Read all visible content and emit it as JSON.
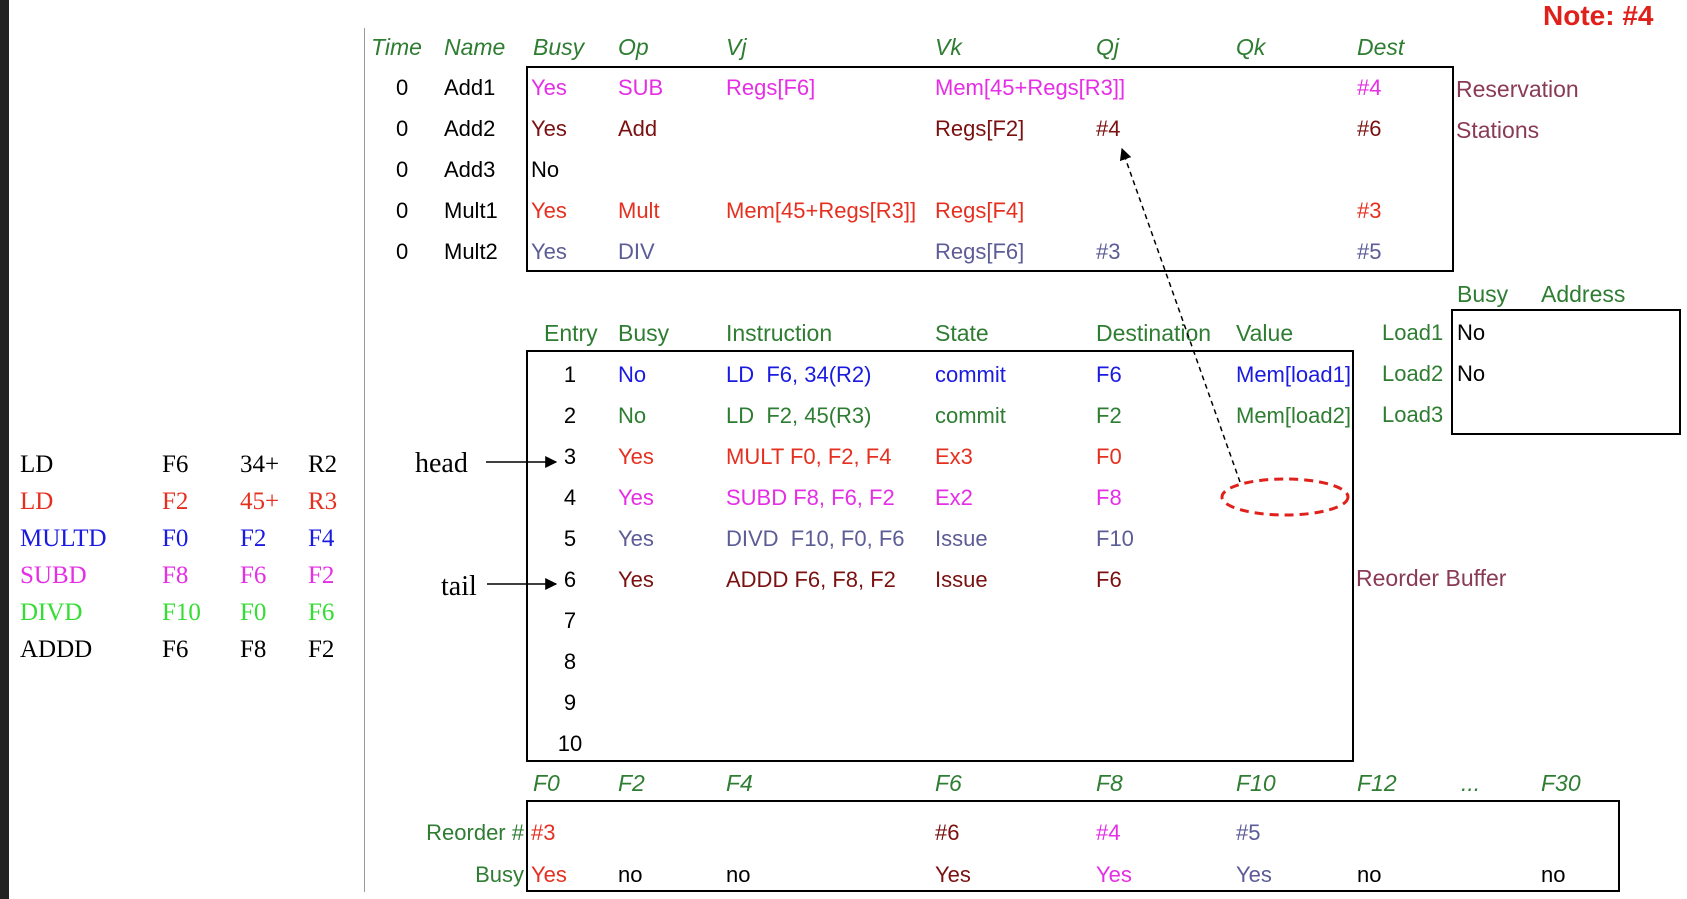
{
  "note": "Note: #4",
  "colors": {
    "green": "#2e7d32",
    "magenta": "#e52ee5",
    "darkred": "#7a1010",
    "red": "#e53020",
    "slate": "#5c5c96",
    "blue": "#1a1ae0",
    "lime": "#33dd33",
    "reorderbuf": "#8a3a55",
    "black": "#000000"
  },
  "rs": {
    "headers": [
      "Time",
      "Name",
      "Busy",
      "Op",
      "Vj",
      "Vk",
      "Qj",
      "Qk",
      "Dest"
    ],
    "label_line1": "Reservation",
    "label_line2": "Stations",
    "rows": [
      {
        "time": "0",
        "name": "Add1",
        "busy": "Yes",
        "op": "SUB",
        "vj": "Regs[F6]",
        "vk": "Mem[45+Regs[R3]]",
        "qj": "",
        "qk": "",
        "dest": "#4",
        "color": "#e52ee5",
        "busy_color": "#e52ee5"
      },
      {
        "time": "0",
        "name": "Add2",
        "busy": "Yes",
        "op": "Add",
        "vj": "",
        "vk": "Regs[F2]",
        "qj": "#4",
        "qk": "",
        "dest": "#6",
        "color": "#7a1010",
        "busy_color": "#7a1010"
      },
      {
        "time": "0",
        "name": "Add3",
        "busy": "No",
        "op": "",
        "vj": "",
        "vk": "",
        "qj": "",
        "qk": "",
        "dest": "",
        "color": "#000000",
        "busy_color": "#000000"
      },
      {
        "time": "0",
        "name": "Mult1",
        "busy": "Yes",
        "op": "Mult",
        "vj": "Mem[45+Regs[R3]]",
        "vk": "Regs[F4]",
        "qj": "",
        "qk": "",
        "dest": "#3",
        "color": "#e53020",
        "busy_color": "#e53020"
      },
      {
        "time": "0",
        "name": "Mult2",
        "busy": "Yes",
        "op": "DIV",
        "vj": "",
        "vk": "Regs[F6]",
        "qj": "#3",
        "qk": "",
        "dest": "#5",
        "color": "#5c5c96",
        "busy_color": "#5c5c96"
      }
    ]
  },
  "load": {
    "headers": [
      "Busy",
      "Address"
    ],
    "rows": [
      {
        "name": "Load1",
        "busy": "No",
        "address": ""
      },
      {
        "name": "Load2",
        "busy": "No",
        "address": ""
      },
      {
        "name": "Load3",
        "busy": "",
        "address": ""
      }
    ]
  },
  "rob": {
    "headers": [
      "Entry",
      "Busy",
      "Instruction",
      "State",
      "Destination",
      "Value"
    ],
    "label": "Reorder Buffer",
    "head_label": "head",
    "tail_label": "tail",
    "rows": [
      {
        "entry": "1",
        "busy": "No",
        "instr": "LD  F6, 34(R2)",
        "state": "commit",
        "dest": "F6",
        "value": "Mem[load1]",
        "color": "#1a1ae0"
      },
      {
        "entry": "2",
        "busy": "No",
        "instr": "LD  F2, 45(R3)",
        "state": "commit",
        "dest": "F2",
        "value": "Mem[load2]",
        "color": "#2e7d32"
      },
      {
        "entry": "3",
        "busy": "Yes",
        "instr": "MULT F0, F2, F4",
        "state": "Ex3",
        "dest": "F0",
        "value": "",
        "color": "#e53020"
      },
      {
        "entry": "4",
        "busy": "Yes",
        "instr": "SUBD F8, F6, F2",
        "state": "Ex2",
        "dest": "F8",
        "value": "",
        "color": "#e52ee5"
      },
      {
        "entry": "5",
        "busy": "Yes",
        "instr": "DIVD  F10, F0, F6",
        "state": "Issue",
        "dest": "F10",
        "value": "",
        "color": "#5c5c96"
      },
      {
        "entry": "6",
        "busy": "Yes",
        "instr": "ADDD F6, F8, F2",
        "state": "Issue",
        "dest": "F6",
        "value": "",
        "color": "#7a1010"
      },
      {
        "entry": "7",
        "busy": "",
        "instr": "",
        "state": "",
        "dest": "",
        "value": "",
        "color": "#000000"
      },
      {
        "entry": "8",
        "busy": "",
        "instr": "",
        "state": "",
        "dest": "",
        "value": "",
        "color": "#000000"
      },
      {
        "entry": "9",
        "busy": "",
        "instr": "",
        "state": "",
        "dest": "",
        "value": "",
        "color": "#000000"
      },
      {
        "entry": "10",
        "busy": "",
        "instr": "",
        "state": "",
        "dest": "",
        "value": "",
        "color": "#000000"
      }
    ]
  },
  "regs": {
    "headers": [
      "F0",
      "F2",
      "F4",
      "F6",
      "F8",
      "F10",
      "F12",
      "...",
      "F30"
    ],
    "reorder_label": "Reorder #",
    "busy_label": "Busy",
    "reorder": [
      {
        "v": "#3",
        "color": "#e53020"
      },
      {
        "v": "",
        "color": "#000000"
      },
      {
        "v": "",
        "color": "#000000"
      },
      {
        "v": "#6",
        "color": "#7a1010"
      },
      {
        "v": "#4",
        "color": "#e52ee5"
      },
      {
        "v": "#5",
        "color": "#5c5c96"
      },
      {
        "v": "",
        "color": "#000000"
      },
      {
        "v": "",
        "color": "#000000"
      },
      {
        "v": "",
        "color": "#000000"
      }
    ],
    "busy": [
      {
        "v": "Yes",
        "color": "#e53020"
      },
      {
        "v": "no",
        "color": "#000000"
      },
      {
        "v": "no",
        "color": "#000000"
      },
      {
        "v": "Yes",
        "color": "#7a1010"
      },
      {
        "v": "Yes",
        "color": "#e52ee5"
      },
      {
        "v": "Yes",
        "color": "#5c5c96"
      },
      {
        "v": "no",
        "color": "#000000"
      },
      {
        "v": "",
        "color": "#000000"
      },
      {
        "v": "no",
        "color": "#000000"
      }
    ]
  },
  "program": [
    {
      "op": "LD",
      "a": "F6",
      "b": "34+",
      "c": "R2",
      "color": "#000000"
    },
    {
      "op": "LD",
      "a": "F2",
      "b": "45+",
      "c": "R3",
      "color": "#e53020"
    },
    {
      "op": "MULTD",
      "a": "F0",
      "b": "F2",
      "c": "F4",
      "color": "#1a1ae0"
    },
    {
      "op": "SUBD",
      "a": "F8",
      "b": "F6",
      "c": "F2",
      "color": "#e52ee5"
    },
    {
      "op": "DIVD",
      "a": "F10",
      "b": "F0",
      "c": "F6",
      "color": "#33dd33"
    },
    {
      "op": "ADDD",
      "a": "F6",
      "b": "F8",
      "c": "F2",
      "color": "#000000"
    }
  ]
}
